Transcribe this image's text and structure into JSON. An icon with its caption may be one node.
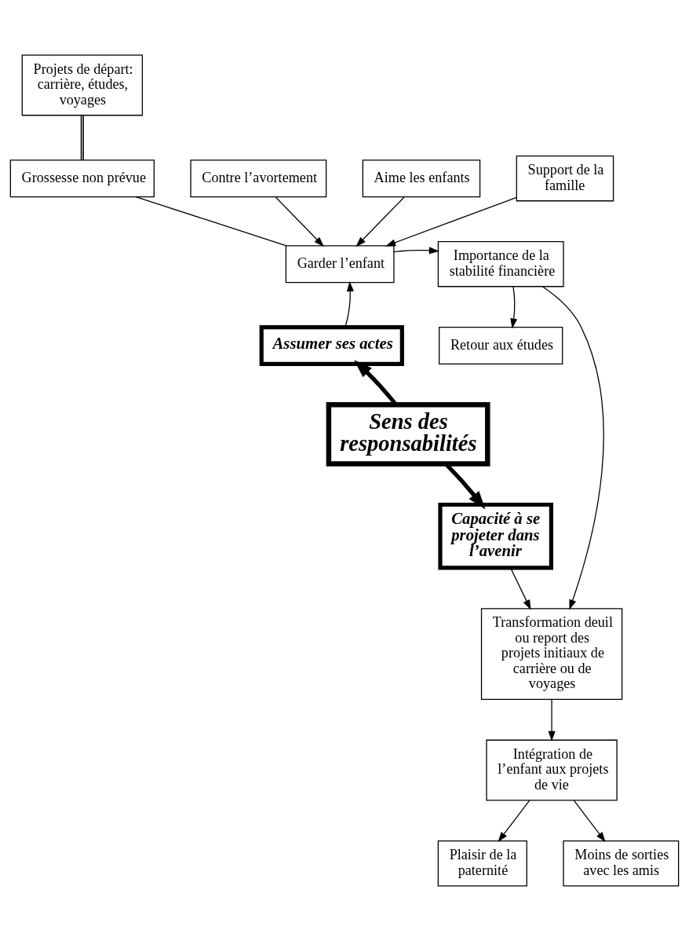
{
  "diagram": {
    "nodes": [
      {
        "text": [
          "Projets de départ: carrière, études, voyages"
        ]
      },
      {
        "text": [
          "Contre l’avortement"
        ]
      },
      {
        "text": [
          "Grossesse non prévue"
        ]
      },
      {
        "text": [
          "Importance de la stabilité financière"
        ]
      },
      {
        "text": [
          "Aime les enfants"
        ]
      },
      {
        "text": [
          "Garder l’enfant"
        ]
      },
      {
        "text": [
          "Support de la famille"
        ]
      },
      {
        "text": [
          "Assumer ses actes"
        ]
      },
      {
        "text": [
          "Retour aux études"
        ]
      },
      {
        "text": [
          "Sens des responsabilités"
        ]
      },
      {
        "text": [
          "Transformation deuil ou report des projets initiaux de carrière ou de voyages"
        ]
      },
      {
        "text": [
          "Capacité à se projeter dans l’avenir"
        ]
      },
      {
        "text": [
          "Plaisir de la paternité"
        ]
      },
      {
        "text": [
          "Intégration de l’enfant aux projets de vie"
        ]
      },
      {
        "text": [
          "Moins de sorties avec les amis"
        ]
      }
    ],
    "edges": [
      {
        "from": 0,
        "to": 2,
        "arrow": "none"
      },
      {
        "from": 2,
        "to": 5,
        "arrow": "none"
      },
      {
        "from": 1,
        "to": 5,
        "arrow": "to"
      },
      {
        "from": 4,
        "to": 5,
        "arrow": "to"
      },
      {
        "from": 6,
        "to": 5,
        "arrow": "to"
      },
      {
        "from": 5,
        "to": 3,
        "arrow": "to"
      },
      {
        "from": 7,
        "to": 5,
        "arrow": "to"
      },
      {
        "from": 3,
        "to": 8,
        "arrow": "to"
      },
      {
        "from": 3,
        "to": 10,
        "arrow": "to"
      },
      {
        "from": 9,
        "to": 7,
        "arrow": "to",
        "style": "thick"
      },
      {
        "from": 9,
        "to": 11,
        "arrow": "to",
        "style": "thick"
      },
      {
        "from": 11,
        "to": 10,
        "arrow": "to"
      },
      {
        "from": 10,
        "to": 13,
        "arrow": "to"
      },
      {
        "from": 13,
        "to": 12,
        "arrow": "to"
      },
      {
        "from": 13,
        "to": 14,
        "arrow": "to"
      }
    ]
  }
}
